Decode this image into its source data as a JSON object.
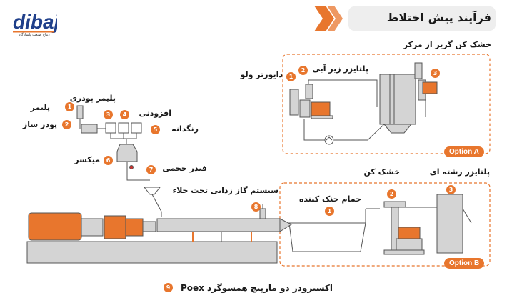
{
  "header": {
    "title": "فرآیند پیش اختلاط"
  },
  "logo": {
    "text": "dibaj",
    "tagline1": "دیباج صنعت پاسارگاد"
  },
  "option_a": {
    "label": "Option A",
    "title": "خشک کن گریز از مرکز",
    "step1": "دایورتر ولو",
    "step2": "پلتایزر زیر آبی",
    "n1": "1",
    "n2": "2",
    "n3": "3"
  },
  "option_b": {
    "label": "Option B",
    "step1": "حمام خنک کننده",
    "step2": "خشک کن",
    "step3": "پلتایزر رشته ای",
    "n1": "1",
    "n2": "2",
    "n3": "3"
  },
  "feed": {
    "n1": "1",
    "l1": "پلیمر پودری",
    "l1b": "پلیمر",
    "n2": "2",
    "l2": "پودر ساز",
    "n3": "3",
    "n4": "4",
    "l4": "افزودنی",
    "n5": "5",
    "l5": "رنگدانه",
    "n6": "6",
    "l6": "میکسر",
    "n7": "7",
    "l7": "فیدر حجمی",
    "n8": "8",
    "l8": "سیستم گاز زدایی تحت خلاء",
    "n9": "9",
    "l9": "اکسترودر دو مارپیچ همسوگرد Poex"
  },
  "colors": {
    "accent": "#e8762d",
    "machine": "#d4d4d4",
    "outline": "#555555"
  }
}
